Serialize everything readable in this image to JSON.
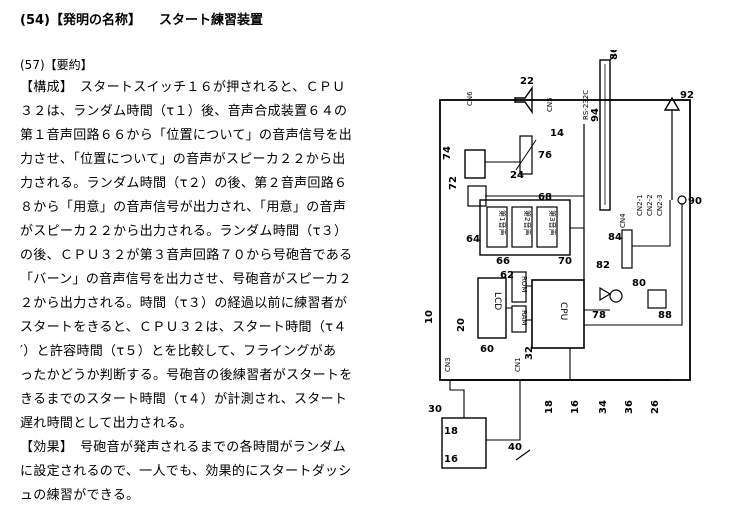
{
  "header": {
    "number": "(54)",
    "label": "【発明の名称】",
    "title": "スタート練習装置"
  },
  "abstract": {
    "label": "(57)【要約】",
    "lines": [
      "【構成】　スタートスイッチ１６が押されると、ＣＰＵ",
      "３２は、ランダム時間（τ１）後、音声合成装置６４の",
      "第１音声回路６６から「位置について」の音声信号を出",
      "力させ、「位置について」の音声がスピーカ２２から出",
      "力される。ランダム時間（τ２）の後、第２音声回路６",
      "８から「用意」の音声信号が出力され、「用意」の音声",
      "がスピーカ２２から出力される。ランダム時間（τ３）",
      "の後、ＣＰＵ３２が第３音声回路７０から号砲音である",
      "「バーン」の音声信号を出力させ、号砲音がスピーカ２",
      "２から出力される。時間（τ３）の経過以前に練習者が",
      "スタートをきると、ＣＰＵ３２は、スタート時間（τ４",
      "′）と許容時間（τ５）とを比較して、フライングがあ",
      "ったかどうか判断する。号砲音の後練習者がスタートを",
      "きるまでのスタート時間（τ４）が計測され、スタート",
      "遅れ時間として出力される。",
      "【効果】　号砲音が発声されるまでの各時間がランダム",
      "に設定されるので、一人でも、効果的にスタートダッシ",
      "ュの練習ができる。"
    ]
  },
  "figure": {
    "cpu": "CPU",
    "lcd": "LCD",
    "rom": "ROM",
    "ram": "RAM",
    "voice1": "第1音声",
    "voice2": "第2音声",
    "voice3": "第3音声",
    "rs232c": "RS-232C",
    "cn6": "CN6",
    "cn5": "CN5",
    "cn4": "CN4",
    "cn3": "CN3",
    "cn2_1": "CN2-1",
    "cn2_2": "CN2-2",
    "cn2_3": "CN2-3",
    "cn1": "CN1",
    "refs": {
      "r86": "86",
      "r22": "22",
      "r92": "92",
      "r94": "94",
      "r74": "74",
      "r76": "76",
      "r72": "72",
      "r24": "24",
      "r14": "14",
      "r64": "64",
      "r66": "66",
      "r68": "68",
      "r70": "70",
      "r62": "62",
      "r84": "84",
      "r82": "82",
      "r80": "80",
      "r78": "78",
      "r90": "90",
      "r20": "20",
      "r10": "10",
      "r60": "60",
      "r32": "32",
      "r88": "88",
      "r18": "18",
      "r16": "16",
      "r34": "34",
      "r36": "36",
      "r26": "26",
      "r30": "30",
      "r18b": "18",
      "r16b": "16",
      "r40": "40"
    }
  }
}
